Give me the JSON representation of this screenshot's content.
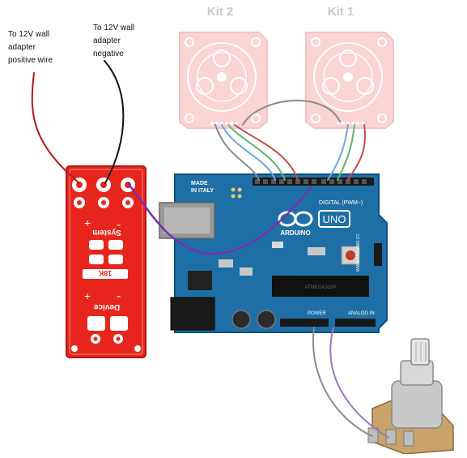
{
  "labels": {
    "positive": [
      "To 12V wall",
      "adapter",
      "positive wire"
    ],
    "negative": [
      "To 12V wall",
      "adapter",
      "negative"
    ],
    "kit2": "Kit 2",
    "kit1": "Kit 1"
  },
  "board": {
    "system": "System",
    "device": "Device",
    "resistor": "18K"
  },
  "uno": {
    "made_in": [
      "MADE",
      "IN ITALY"
    ],
    "model": "UNO",
    "brand": "ARDUINO",
    "digital": "DIGITAL (PWM~)",
    "power": "POWER",
    "analog": "ANALOG IN",
    "chip": "ATMEGA328P",
    "url": "WWW.ARDUINO.CC"
  },
  "colors": {
    "power_board": "#e8251d",
    "arduino_board": "#1e6fa6",
    "kit_boards": "#f4a0a0",
    "wire_positive": "#b51a1a",
    "wire_negative": "#111111",
    "wire_signal": "#7a2fb0"
  }
}
